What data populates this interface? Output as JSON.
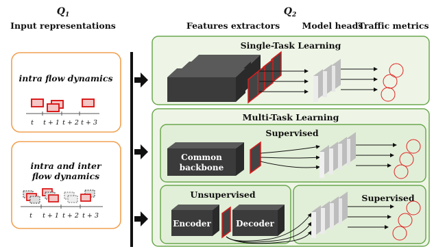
{
  "header": {
    "q1_symbol": "Q",
    "q1_sub": "1",
    "q2_symbol": "Q",
    "q2_sub": "2",
    "input_representations": "Input representations",
    "features_extractors": "Features extractors",
    "model_heads": "Model heads",
    "traffic_metrics": "Traffic metrics"
  },
  "inputs": {
    "intra": {
      "title": "intra flow dynamics",
      "ticks": [
        "t",
        "t + 1",
        "t + 2",
        "t + 3"
      ]
    },
    "intra_inter": {
      "title_line1": "intra and inter",
      "title_line2": "flow dynamics",
      "ticks": [
        "t",
        "t + 1",
        "t + 2",
        "t + 3"
      ]
    }
  },
  "panels": {
    "single_task": {
      "title": "Single-Task Learning"
    },
    "multi_task": {
      "title": "Multi-Task Learning",
      "supervised": {
        "title": "Supervised",
        "backbone_line1": "Common",
        "backbone_line2": "backbone"
      },
      "unsupervised": {
        "title": "Unsupervised",
        "encoder": "Encoder",
        "decoder": "Decoder"
      },
      "supervised_right": {
        "title": "Supervised"
      }
    }
  },
  "colors": {
    "orange_border": "#f0a050",
    "green_border": "#6aa84f",
    "panel_fill": "#eef5e6",
    "block_dark": "#3b3b3b",
    "red": "#e02020"
  }
}
